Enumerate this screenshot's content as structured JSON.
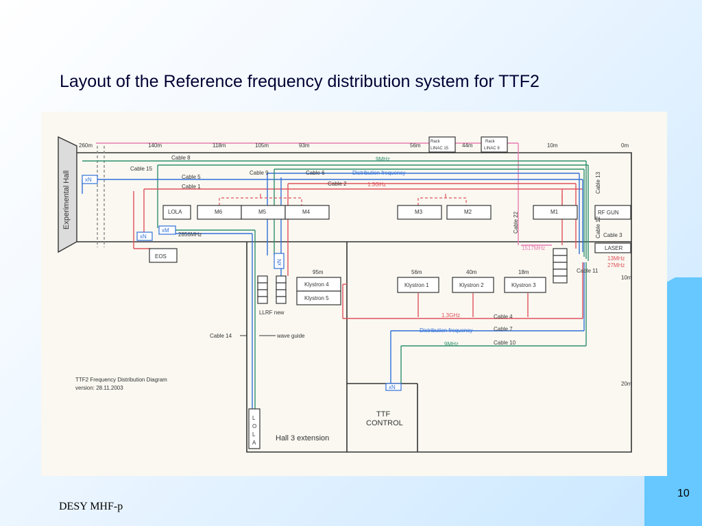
{
  "slide": {
    "title": "Layout of the Reference frequency distribution system for TTF2",
    "footer": "DESY MHF-p",
    "page_number": "10"
  },
  "colors": {
    "blue_line": "#2f6fd8",
    "green_line": "#2e8f6f",
    "red_line": "#e0505a",
    "pink_line": "#e87ab0",
    "panel": "#faf8f1"
  },
  "diagram": {
    "hall": "Experimental Hall",
    "distances": {
      "d260": "260m",
      "d140": "140m",
      "d118": "118m",
      "d105": "105m",
      "d93": "93m",
      "d56": "56m",
      "d44": "44m",
      "d10": "10m",
      "d0": "0m",
      "d95": "95m",
      "d56b": "56m",
      "d40": "40m",
      "d18": "18m",
      "d10b": "10m",
      "d20": "20m"
    },
    "racks": {
      "linac15_a": "Rack",
      "linac15_b": "LINAC 15",
      "linac9_a": "Rack",
      "linac9_b": "LINAC 9"
    },
    "cables": {
      "c8": "Cable 8",
      "c15": "Cable 15",
      "c5": "Cable 5",
      "c1": "Cable 1",
      "c9": "Cable 9",
      "c6": "Cable 6",
      "c2": "Cable 2",
      "c13": "Cable 13",
      "c22": "Cable 22",
      "c12": "Cable 12",
      "c3": "Cable 3",
      "c11": "Cable 11",
      "c4": "Cable 4",
      "c7": "Cable 7",
      "c10": "Cable 10",
      "c14": "Cable 14"
    },
    "signals": {
      "f9mhz": "9MHz",
      "dist_freq": "Distribution frequency",
      "f13ghz": "1.3GHz",
      "f2856": "2856MHz",
      "f1517": "1517MHz",
      "f13mhz": "13MHz",
      "f27mhz": "27MHz",
      "f13ghz_b": "1.3GHz",
      "dist_freq_b": "Distribution frequency",
      "f9mhz_b": "9MHz"
    },
    "modules": {
      "lola": "LOLA",
      "m6": "M6",
      "m5": "M5",
      "m4": "M4",
      "m3": "M3",
      "m2": "M2",
      "m1": "M1",
      "rfgun": "RF GUN",
      "laser": "LASER",
      "eos": "EOS"
    },
    "mixers": {
      "xn1": "xN",
      "xn2": "xN",
      "xm": "xM",
      "xn3": "xN",
      "xn4": "xN"
    },
    "klystrons": {
      "k4": "Klystron 4",
      "k5": "Klystron 5",
      "k1": "Klystron 1",
      "k2": "Klystron 2",
      "k3": "Klystron 3"
    },
    "labels": {
      "llrf": "LLRF new",
      "waveguide": "wave guide",
      "ttf_control_1": "TTF",
      "ttf_control_2": "CONTROL",
      "hall3": "Hall 3 extension",
      "lola_v1": "L",
      "lola_v2": "O",
      "lola_v3": "L",
      "lola_v4": "A"
    },
    "caption": {
      "line1": "TTF2 Frequency Distribution Diagram",
      "line2": "version: 28.11.2003"
    }
  }
}
